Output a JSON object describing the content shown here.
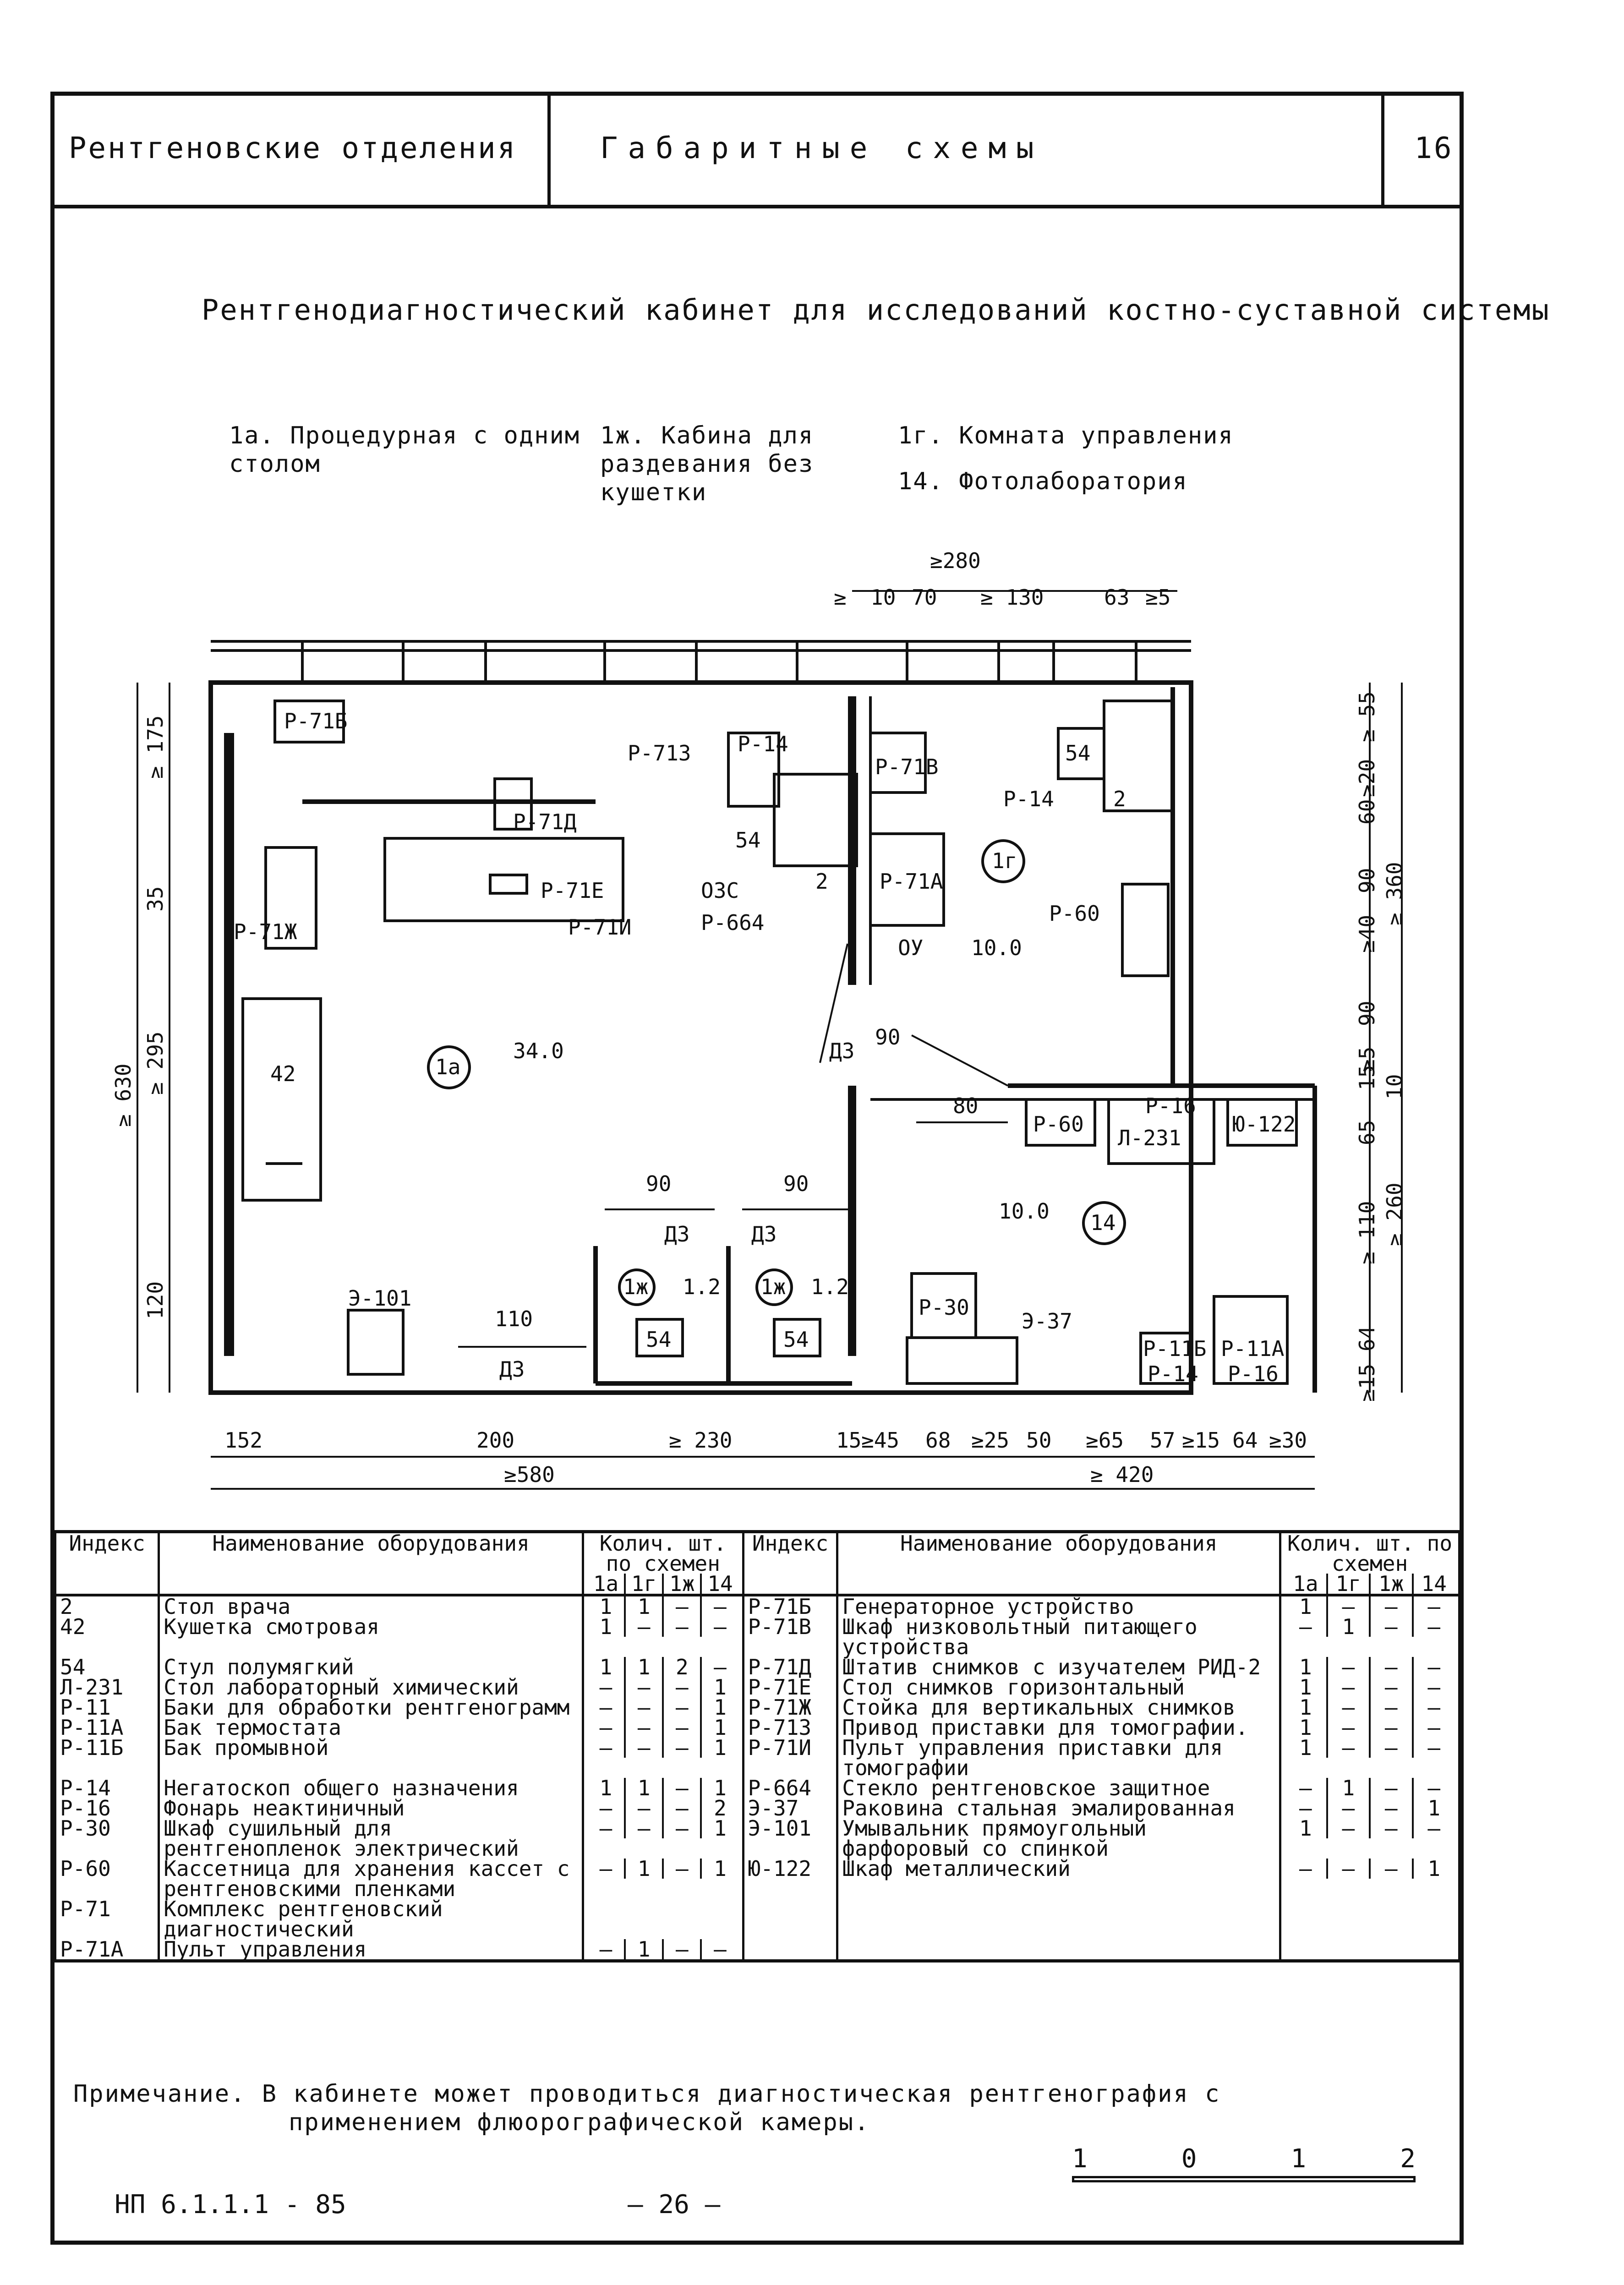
{
  "header": {
    "section": "Рентгеновские отделения",
    "title": "Габаритные схемы",
    "sheet": "16"
  },
  "title": "Рентгенодиагностический кабинет для исследований костно-суставной системы",
  "rooms": {
    "r1a": "1а. Процедурная с одним столом",
    "r1zh": "1ж. Кабина для раздевания без кушетки",
    "r1g": "1г. Комната управления",
    "r14": "14. Фотолаборатория"
  },
  "plan": {
    "top_dims": {
      "overall": "≥280",
      "d1": "≥",
      "d2": "10",
      "d3": "70",
      "d4": "≥ 130",
      "d5": "63",
      "d6": "≥5"
    },
    "left_dims": {
      "overall": "≥ 630",
      "d175": "≥ 175",
      "d35": "35",
      "d295": "≥ 295",
      "d120": "120"
    },
    "right_dims": {
      "d55": "≥ 55",
      "d20": "≥20",
      "d60": "60",
      "d90a": "90",
      "d40": "≥40",
      "d360": "≥ 360",
      "d90b": "90",
      "d5": "≥5",
      "d15": "15",
      "d10": "10",
      "d65": "65",
      "d110": "≥ 110",
      "d260": "≥ 260",
      "d64": "64",
      "d15b": "≥15"
    },
    "bottom_dims": {
      "d152": "152",
      "d200": "200",
      "d230": "≥ 230",
      "d15": "15",
      "d45": "≥45",
      "d68": "68",
      "d25": "≥25",
      "d50": "50",
      "d65": "≥65",
      "d57": "57",
      "d15b": "≥15",
      "d64": "64",
      "d30": "≥30",
      "d580": "≥580",
      "d420": "≥ 420"
    },
    "inner_dims": {
      "d110": "110",
      "d90a": "90",
      "d90b": "90",
      "d80": "80",
      "d90c": "90",
      "dz1": "Д3",
      "dz2": "Д3",
      "dz3": "Д3",
      "dz4": "Д3",
      "oz": "ОЗС",
      "ou": "ОУ"
    },
    "labels": {
      "p71b": "Р-71Б",
      "p713": "Р-713",
      "p14a": "Р-14",
      "p71d": "Р-71Д",
      "p71e": "Р-71Е",
      "p71i": "Р-71И",
      "p71zh": "Р-71Ж",
      "p664": "Р-664",
      "n54a": "54",
      "n42": "42",
      "r1a": "1а",
      "area1a": "34.0",
      "e101": "Э-101",
      "r1zh1": "1ж",
      "area1zh1": "1.2",
      "n54b": "54",
      "r1zh2": "1ж",
      "area1zh2": "1.2",
      "n54c": "54",
      "p71v": "Р-71В",
      "p71a": "Р-71А",
      "n54d": "54",
      "p14b": "Р-14",
      "n2a": "2",
      "n2b": "2",
      "r1g": "1г",
      "p60a": "Р-60",
      "area1g": "10.0",
      "p60b": "Р-60",
      "p16a": "Р-16",
      "l231": "Л-231",
      "yu122": "Ю-122",
      "area14": "10.0",
      "r14": "14",
      "p30": "Р-30",
      "e37": "Э-37",
      "p11b": "Р-11Б",
      "p14c": "Р-14",
      "p11a": "Р-11А",
      "p16b": "Р-16"
    }
  },
  "table": {
    "h_index": "Индекс",
    "h_name": "Наименование оборудования",
    "h_qty": "Колич. шт. по схемен",
    "h_sub": [
      "1а",
      "1г",
      "1ж",
      "14"
    ],
    "left_rows": [
      {
        "idx": "2",
        "name": "Стол врача",
        "q": [
          "1",
          "1",
          "–",
          "–"
        ]
      },
      {
        "idx": "42",
        "name": "Кушетка смотровая",
        "q": [
          "1",
          "–",
          "–",
          "–"
        ]
      },
      {
        "idx": "54",
        "name": "Стул полумягкий",
        "q": [
          "1",
          "1",
          "2",
          "–"
        ]
      },
      {
        "idx": "Л-231",
        "name": "Стол лабораторный химический",
        "q": [
          "–",
          "–",
          "–",
          "1"
        ]
      },
      {
        "idx": "Р-11",
        "name": "Баки для обработки рентгенограмм",
        "q": [
          "–",
          "–",
          "–",
          "1"
        ]
      },
      {
        "idx": "Р-11А",
        "name": "Бак термостата",
        "q": [
          "–",
          "–",
          "–",
          "1"
        ]
      },
      {
        "idx": "Р-11Б",
        "name": "Бак промывной",
        "q": [
          "–",
          "–",
          "–",
          "1"
        ]
      },
      {
        "idx": "Р-14",
        "name": "Негатоскоп общего назначения",
        "q": [
          "1",
          "1",
          "–",
          "1"
        ]
      },
      {
        "idx": "Р-16",
        "name": "Фонарь неактиничный",
        "q": [
          "–",
          "–",
          "–",
          "2"
        ]
      },
      {
        "idx": "Р-30",
        "name": "Шкаф сушильный для рентгенопленок электрический",
        "q": [
          "–",
          "–",
          "–",
          "1"
        ]
      },
      {
        "idx": "Р-60",
        "name": "Кассетница для хранения кассет с рентгеновскими пленками",
        "q": [
          "–",
          "1",
          "–",
          "1"
        ]
      },
      {
        "idx": "Р-71",
        "name": "Комплекс рентгеновский диагностический",
        "q": [
          "",
          "",
          "",
          ""
        ]
      },
      {
        "idx": "Р-71А",
        "name": "Пульт управления",
        "q": [
          "–",
          "1",
          "–",
          "–"
        ]
      }
    ],
    "right_rows": [
      {
        "idx": "Р-71Б",
        "name": "Генераторное устройство",
        "q": [
          "1",
          "–",
          "–",
          "–"
        ]
      },
      {
        "idx": "Р-71В",
        "name": "Шкаф низковольтный питающего устройства",
        "q": [
          "–",
          "1",
          "–",
          "–"
        ]
      },
      {
        "idx": "Р-71Д",
        "name": "Штатив снимков с изучателем РИД-2",
        "q": [
          "1",
          "–",
          "–",
          "–"
        ]
      },
      {
        "idx": "Р-71Е",
        "name": "Стол снимков горизонтальный",
        "q": [
          "1",
          "–",
          "–",
          "–"
        ]
      },
      {
        "idx": "Р-71Ж",
        "name": "Стойка для вертикальных снимков",
        "q": [
          "1",
          "–",
          "–",
          "–"
        ]
      },
      {
        "idx": "Р-713",
        "name": "Привод приставки для томографии.",
        "q": [
          "1",
          "–",
          "–",
          "–"
        ]
      },
      {
        "idx": "Р-71И",
        "name": "Пульт управления приставки для томографии",
        "q": [
          "1",
          "–",
          "–",
          "–"
        ]
      },
      {
        "idx": "Р-664",
        "name": "Стекло рентгеновское защитное",
        "q": [
          "–",
          "1",
          "–",
          "–"
        ]
      },
      {
        "idx": "Э-37",
        "name": "Раковина стальная эмалированная",
        "q": [
          "–",
          "–",
          "–",
          "1"
        ]
      },
      {
        "idx": "Э-101",
        "name": "Умывальник прямоугольный фарфоровый со спинкой",
        "q": [
          "1",
          "–",
          "–",
          "–"
        ]
      },
      {
        "idx": "Ю-122",
        "name": "Шкаф металлический",
        "q": [
          "–",
          "–",
          "–",
          "1"
        ]
      }
    ]
  },
  "note": {
    "label": "Примечание.",
    "text1": "В кабинете может проводиться диагностическая рентгенография с",
    "text2": "применением флюорографической камеры."
  },
  "footer": {
    "code": "НП 6.1.1.1 - 85",
    "page": "— 26 —",
    "scale": [
      "1",
      "0",
      "1",
      "2"
    ]
  }
}
